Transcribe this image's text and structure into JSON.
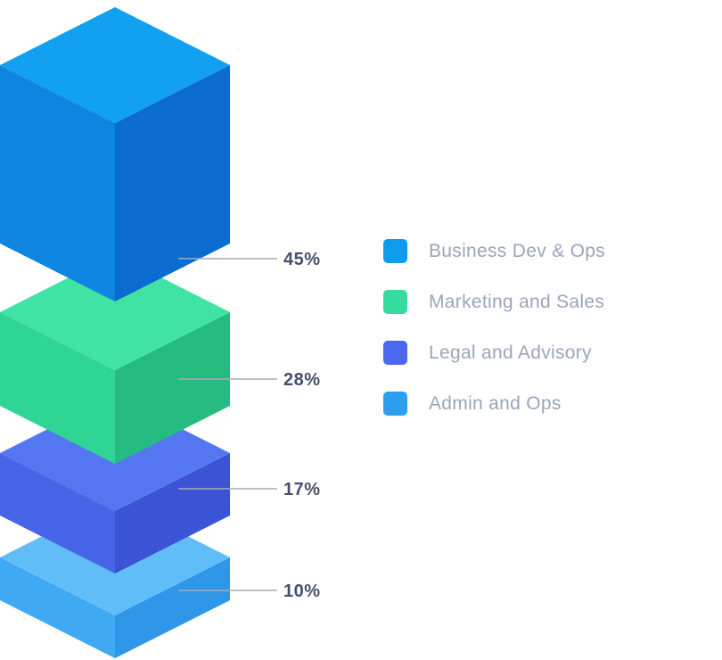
{
  "chart_data": {
    "type": "bar",
    "variant": "isometric-3d-stacked-percentage",
    "legend_position": "right",
    "background_color": "#FFFFFF",
    "connector_color": "#A3ACBC",
    "value_label_color": "#454F6B",
    "legend_label_color": "#9AA4B9",
    "categories": [
      "Business Dev & Ops",
      "Marketing and Sales",
      "Legal and Advisory",
      "Admin and Ops"
    ],
    "values": [
      45,
      28,
      17,
      10
    ],
    "unit": "%",
    "segments": [
      {
        "label": "Business Dev & Ops",
        "value": 45,
        "value_label": "45%",
        "legend_color": "#0D9BEE",
        "faces": {
          "top": "#12A0F0",
          "left": "#0E86DF",
          "right": "#0A6CCE"
        }
      },
      {
        "label": "Marketing and Sales",
        "value": 28,
        "value_label": "28%",
        "legend_color": "#36DC9D",
        "faces": {
          "top": "#41E3A5",
          "left": "#2FD594",
          "right": "#26BC81"
        }
      },
      {
        "label": "Legal and Advisory",
        "value": 17,
        "value_label": "17%",
        "legend_color": "#4C66EF",
        "faces": {
          "top": "#5477F1",
          "left": "#4765E8",
          "right": "#3B54D5"
        }
      },
      {
        "label": "Admin and Ops",
        "value": 10,
        "value_label": "10%",
        "legend_color": "#2F9EF1",
        "faces": {
          "top": "#61BDF8",
          "left": "#3FA9F3",
          "right": "#2F96E8"
        }
      }
    ]
  }
}
